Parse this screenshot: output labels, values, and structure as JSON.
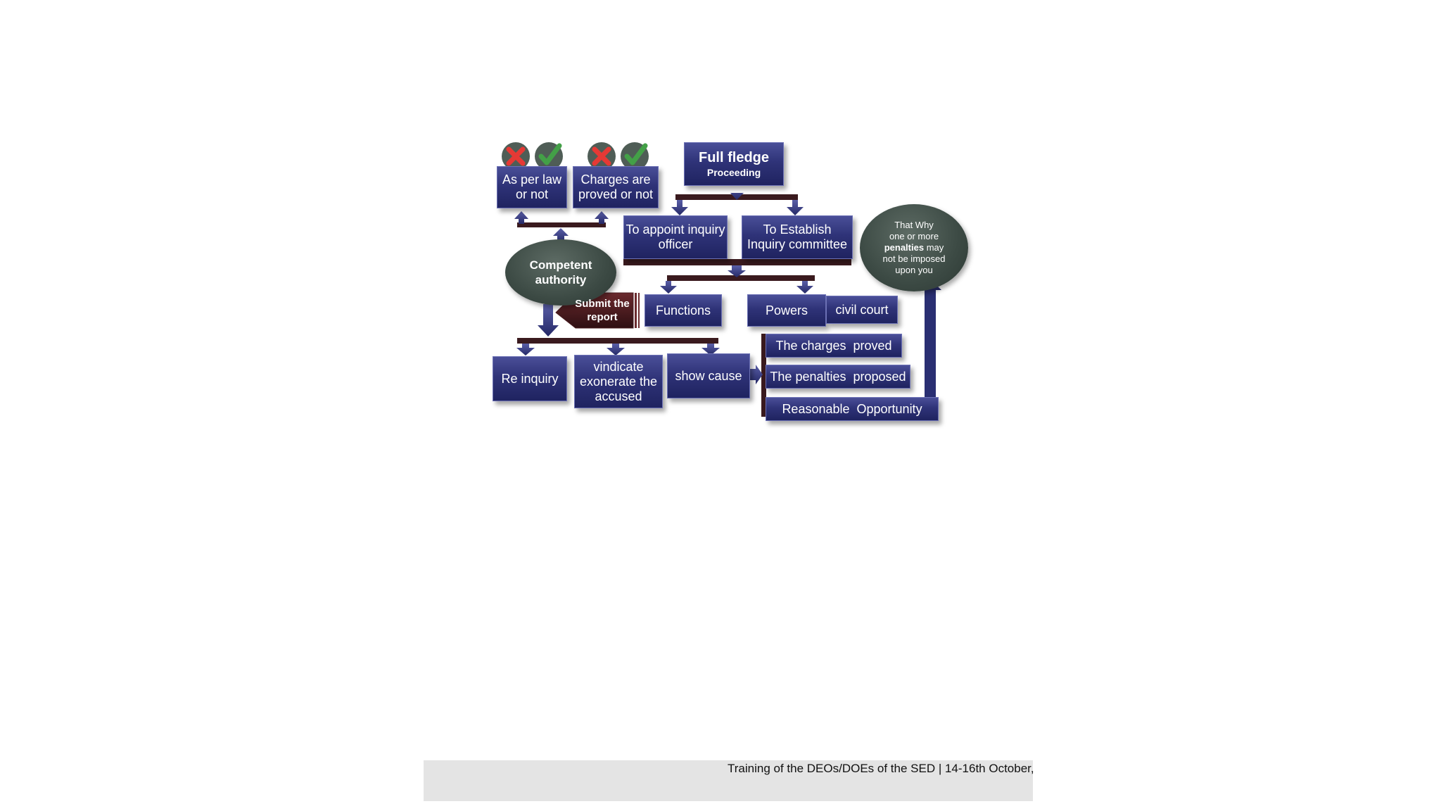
{
  "diagram": {
    "nodes": {
      "as_per_law": "As per law or not",
      "charges_proved": "Charges are proved or not",
      "full_fledge_title": "Full fledge",
      "full_fledge_sub": "Proceeding",
      "appoint_officer": "To appoint inquiry officer",
      "establish_committee": "To Establish Inquiry committee",
      "competent_authority": "Competent authority",
      "submit_report": "Submit the report",
      "functions": "Functions",
      "powers": "Powers",
      "civil_court": "civil court",
      "why_line1": "That Why",
      "why_line2": "one or more",
      "why_bold": "penalties",
      "why_line3": "may",
      "why_line4": "not be imposed",
      "why_line5": "upon you",
      "re_inquiry": "Re inquiry",
      "vindicate": "vindicate exonerate the accused",
      "show_cause": "show cause",
      "charges_proved_item": "The charges  proved",
      "penalties_proposed": "The penalties  proposed",
      "reasonable_opportunity": "Reasonable  Opportunity"
    },
    "colors": {
      "box": "#2f3378",
      "oval": "#3c4a44",
      "bar": "#3a1a1e",
      "arrow": "#2a2f72",
      "cross": "#e53935",
      "check": "#43a047"
    },
    "icons": [
      "cross-icon",
      "check-icon"
    ]
  },
  "footer": {
    "text": "Training of the DEOs/DOEs of the SED | 14-16th October,"
  }
}
